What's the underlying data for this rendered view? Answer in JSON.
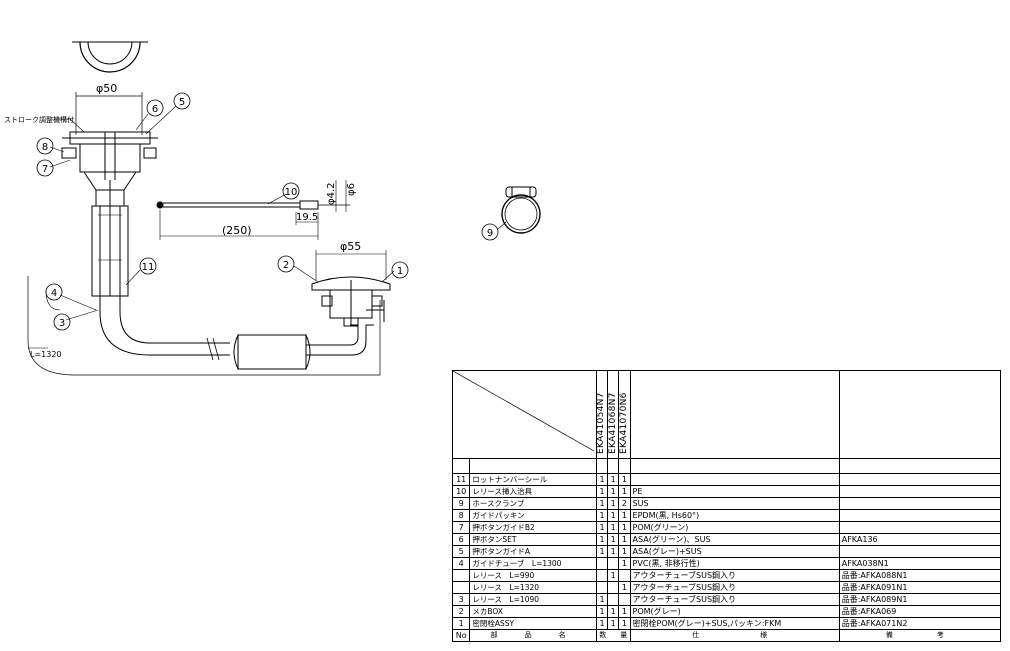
{
  "labels": {
    "phi50": "φ50",
    "phi55": "φ55",
    "phi42": "φ4.2",
    "phi6": "φ6",
    "dim195": "19.5",
    "dim250": "(250)",
    "l1320": "L=1320",
    "stroke_note": "ストローク調整機構付"
  },
  "balloons": [
    "1",
    "2",
    "3",
    "4",
    "5",
    "6",
    "7",
    "8",
    "9",
    "10",
    "11"
  ],
  "table": {
    "models": [
      "EKA41054N7",
      "EKA41068N7",
      "EKA41070N6"
    ],
    "header": {
      "no": "No",
      "name": "部　品　名",
      "qty": "数　　量",
      "spec": "仕　　　様",
      "remarks": "備　　考"
    },
    "rows": [
      {
        "no": "11",
        "name": "ロットナンバーシール",
        "q": [
          "1",
          "1",
          "1"
        ],
        "spec": "",
        "remark": ""
      },
      {
        "no": "10",
        "name": "レリース挿入治具",
        "q": [
          "1",
          "1",
          "1"
        ],
        "spec": "PE",
        "remark": ""
      },
      {
        "no": "9",
        "name": "ホースクランプ",
        "q": [
          "1",
          "1",
          "2"
        ],
        "spec": "SUS",
        "remark": ""
      },
      {
        "no": "8",
        "name": "ガイドパッキン",
        "q": [
          "1",
          "1",
          "1"
        ],
        "spec": "EPDM(黒, Hs60°)",
        "remark": ""
      },
      {
        "no": "7",
        "name": "押ボタンガイドB2",
        "q": [
          "1",
          "1",
          "1"
        ],
        "spec": "POM(グリーン)",
        "remark": ""
      },
      {
        "no": "6",
        "name": "押ボタンSET",
        "q": [
          "1",
          "1",
          "1"
        ],
        "spec": "ASA(グリーン)、SUS",
        "remark": "AFKA136"
      },
      {
        "no": "5",
        "name": "押ボタンガイドA",
        "q": [
          "1",
          "1",
          "1"
        ],
        "spec": "ASA(グレー)+SUS",
        "remark": ""
      },
      {
        "no": "4",
        "name": "ガイドチューブ　L=1300",
        "q": [
          "",
          "",
          "1"
        ],
        "spec": "PVC(黒, 非移行性)",
        "remark": "AFKA038N1"
      },
      {
        "no": "",
        "name": "レリース　L=990",
        "q": [
          "",
          "1",
          ""
        ],
        "spec": "アウターチューブSUS鋼入り",
        "remark": "品番:AFKA088N1"
      },
      {
        "no": "",
        "name": "レリース　L=1320",
        "q": [
          "",
          "",
          "1"
        ],
        "spec": "アウターチューブSUS鋼入り",
        "remark": "品番:AFKA091N1"
      },
      {
        "no": "3",
        "name": "レリース　L=1090",
        "q": [
          "1",
          "",
          ""
        ],
        "spec": "アウターチューブSUS鋼入り",
        "remark": "品番:AFKA089N1"
      },
      {
        "no": "2",
        "name": "メカBOX",
        "q": [
          "1",
          "1",
          "1"
        ],
        "spec": "POM(グレー)",
        "remark": "品番:AFKA069"
      },
      {
        "no": "1",
        "name": "密閉栓ASSY",
        "q": [
          "1",
          "1",
          "1"
        ],
        "spec": "密閉栓POM(グレー)+SUS,パッキン:FKM",
        "remark": "品番:AFKA071N2"
      }
    ]
  }
}
